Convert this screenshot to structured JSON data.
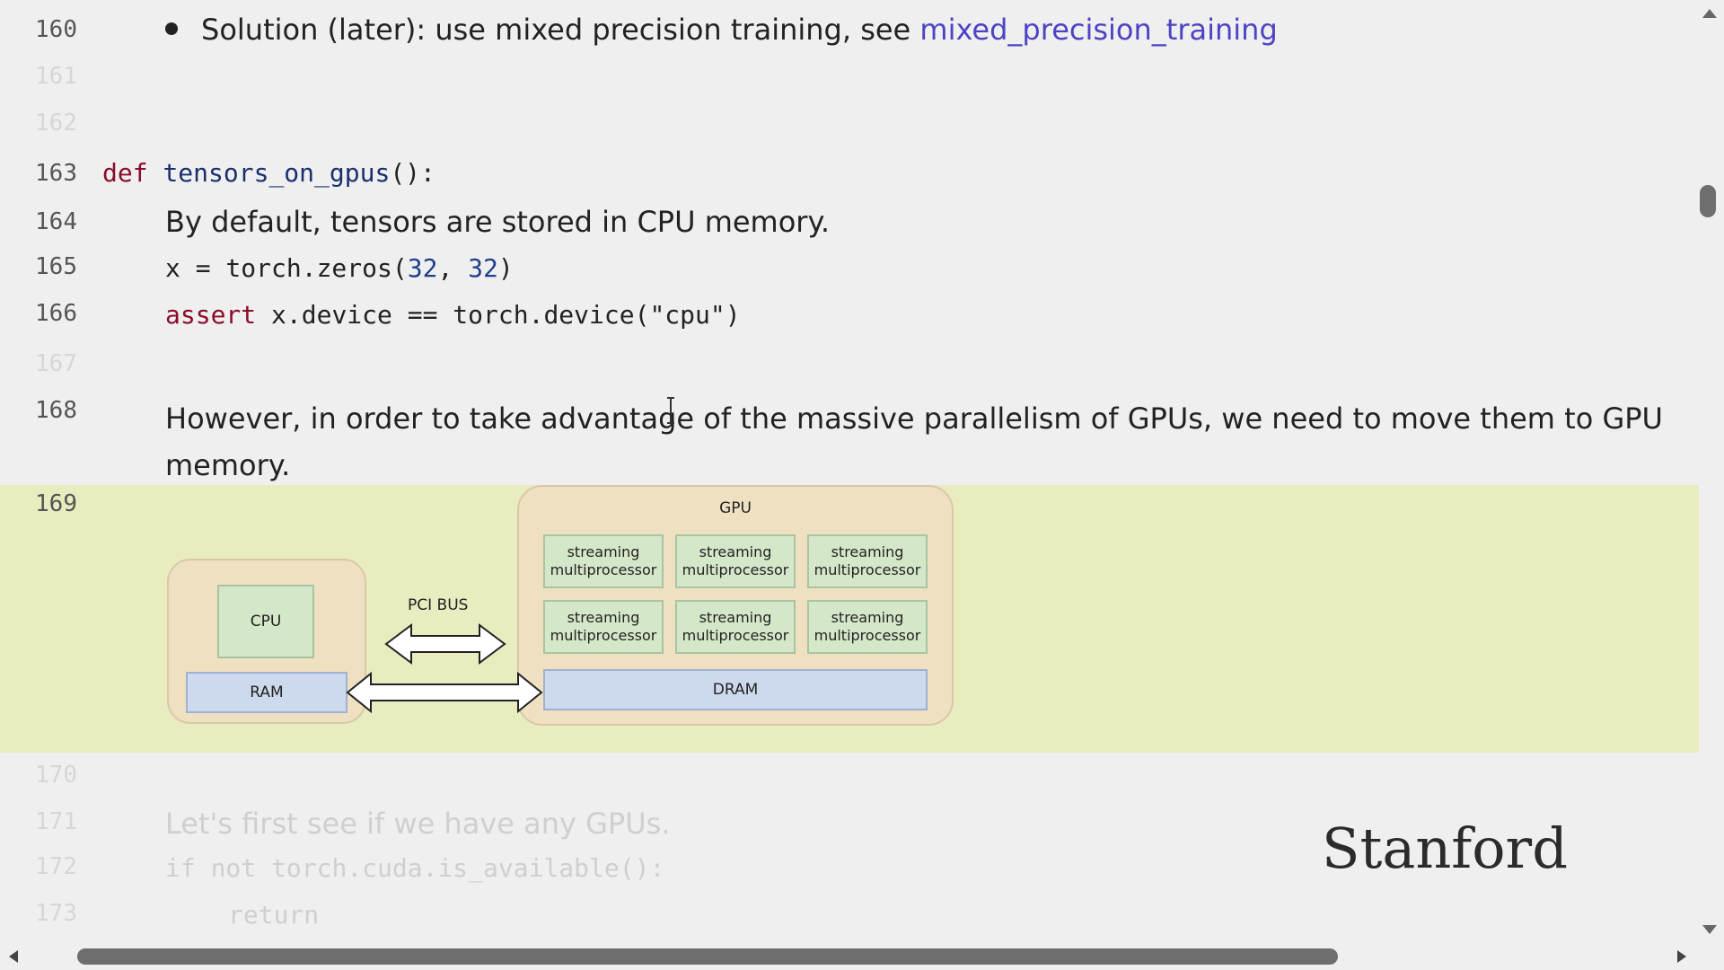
{
  "lines": {
    "l160": {
      "num": "160",
      "text": "Solution (later): use mixed precision training, see ",
      "link": "mixed_precision_training"
    },
    "l161": {
      "num": "161"
    },
    "l162": {
      "num": "162"
    },
    "l163": {
      "num": "163",
      "kw": "def",
      "fn": "tensors_on_gpus",
      "rest": "():"
    },
    "l164": {
      "num": "164",
      "text": "By default, tensors are stored in CPU memory."
    },
    "l165": {
      "num": "165",
      "a": "x = torch.zeros(",
      "n1": "32",
      "sep": ", ",
      "n2": "32",
      "end": ")"
    },
    "l166": {
      "num": "166",
      "kw": "assert",
      "rest": " x.device == torch.device(\"cpu\")"
    },
    "l167": {
      "num": "167"
    },
    "l168": {
      "num": "168",
      "text1": "However, in order to take advantage of the massive parallelism of GPUs, we need to move them to GPU",
      "text2": "memory."
    },
    "l169": {
      "num": "169"
    },
    "l170": {
      "num": "170"
    },
    "l171": {
      "num": "171",
      "text": "Let's first see if we have any GPUs."
    },
    "l172": {
      "num": "172",
      "kw1": "if",
      "kw2": "not",
      "rest": " torch.cuda.is_available():"
    },
    "l173": {
      "num": "173",
      "kw": "return"
    }
  },
  "diagram": {
    "gpu_label": "GPU",
    "cpu_label": "CPU",
    "ram_label": "RAM",
    "dram_label": "DRAM",
    "pci_label": "PCI BUS",
    "sm_line1": "streaming",
    "sm_line2": "multiprocessor"
  },
  "watermark": "Stanford",
  "colors": {
    "background": "#efefef",
    "highlight": "#e8ecbf",
    "keyword": "#8b0d2a",
    "function": "#1a2f6e",
    "number": "#1f3f8c",
    "link": "#4d43c4"
  }
}
